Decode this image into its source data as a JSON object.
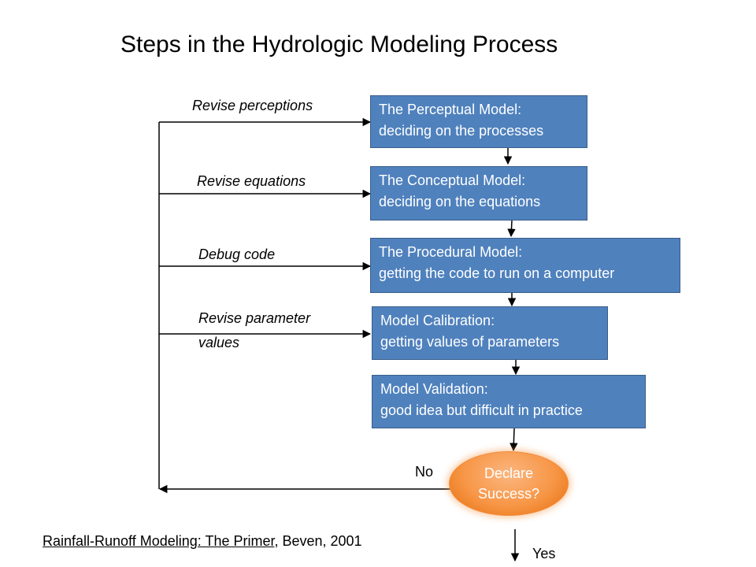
{
  "title": "Steps in the Hydrologic Modeling Process",
  "boxes": [
    {
      "line1": "The Perceptual Model:",
      "line2": "deciding on the processes"
    },
    {
      "line1": "The Conceptual Model:",
      "line2": "deciding on the equations"
    },
    {
      "line1": "The Procedural Model:",
      "line2": "getting the code to run on a computer"
    },
    {
      "line1": "Model Calibration:",
      "line2": "getting values of parameters"
    },
    {
      "line1": "Model Validation:",
      "line2": "good idea but difficult in practice"
    }
  ],
  "feedback_labels": [
    "Revise perceptions",
    "Revise equations",
    "Debug code",
    "Revise parameter",
    "values"
  ],
  "decision": {
    "line1": "Declare",
    "line2": "Success?"
  },
  "no_label": "No",
  "yes_label": "Yes",
  "citation": {
    "title": "Rainfall-Runoff Modeling: The Primer",
    "rest": ", Beven, 2001"
  },
  "colors": {
    "box_fill": "#4f81bd",
    "box_border": "#385d8a",
    "decision_fill": "#f79646",
    "line": "#000000"
  }
}
